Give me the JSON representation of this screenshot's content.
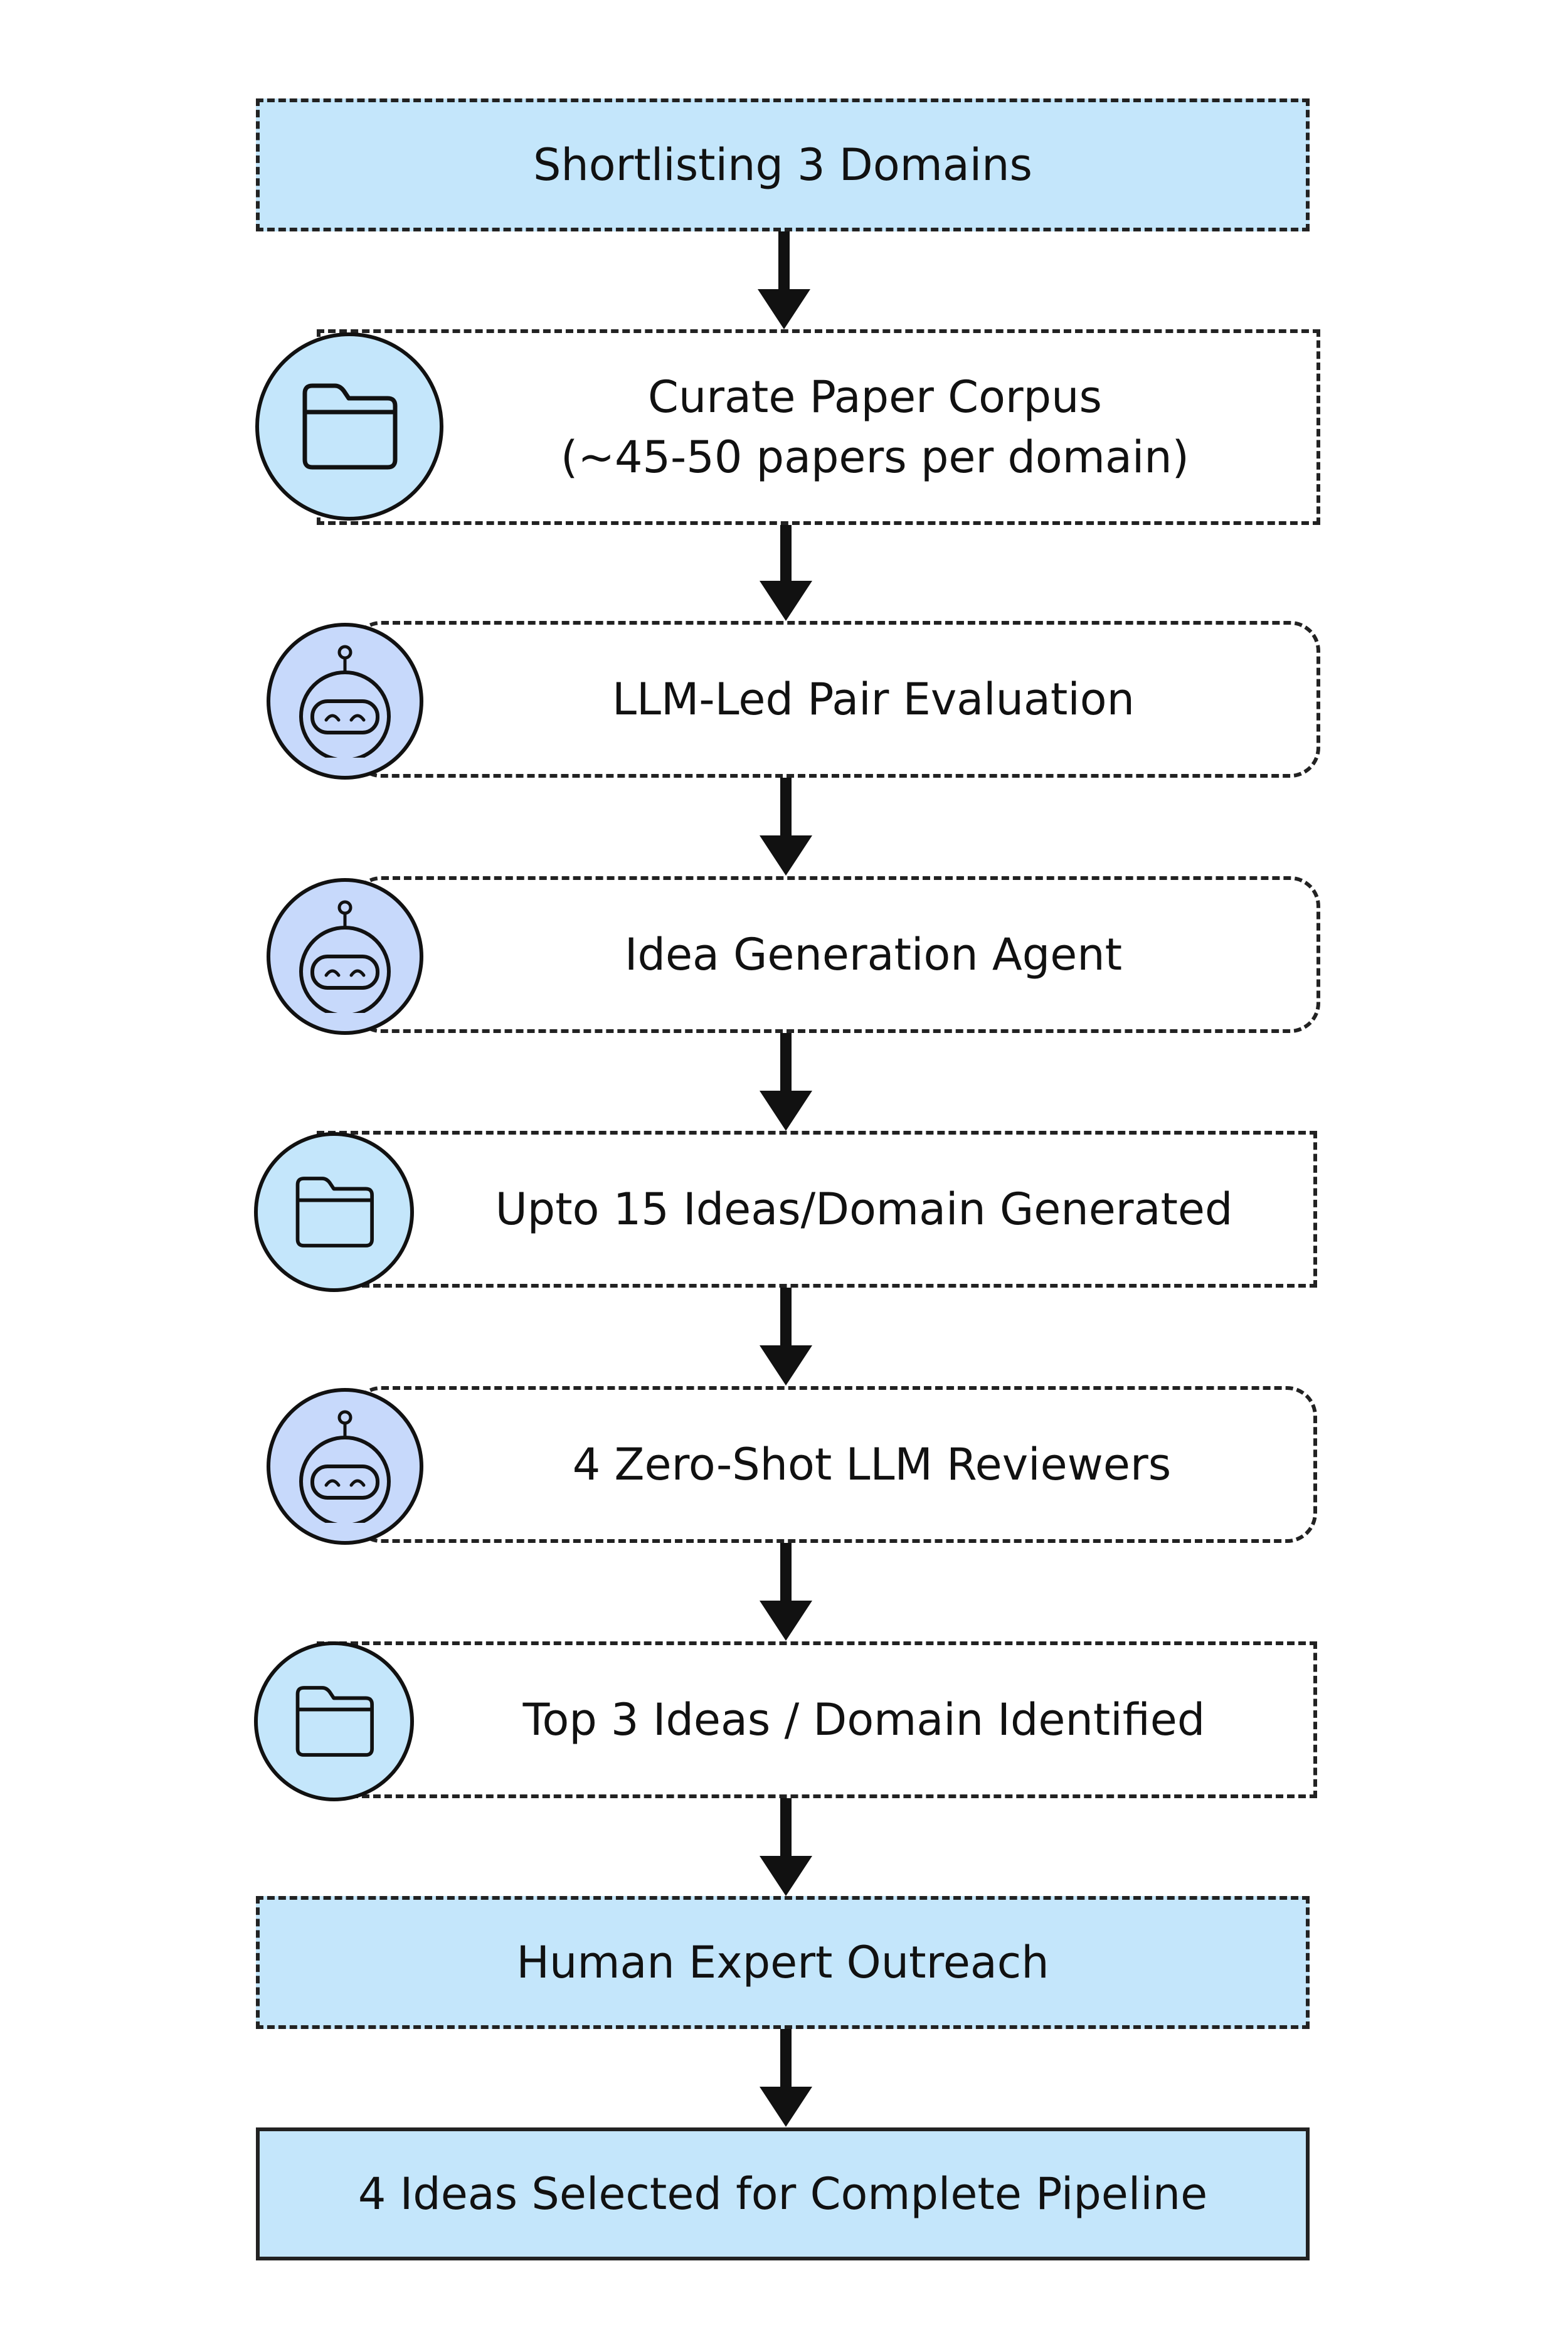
{
  "steps": [
    {
      "id": "shortlist",
      "label": "Shortlisting 3 Domains",
      "style": "shaded",
      "icon": null
    },
    {
      "id": "curate",
      "label": "Curate Paper Corpus\n(~45-50 papers per domain)",
      "style": "plain",
      "icon": "folder-icon"
    },
    {
      "id": "pair-eval",
      "label": "LLM-Led Pair Evaluation",
      "style": "rounded",
      "icon": "robot-icon"
    },
    {
      "id": "idea-gen",
      "label": "Idea Generation Agent",
      "style": "rounded",
      "icon": "robot-icon"
    },
    {
      "id": "ideas-generated",
      "label": "Upto 15 Ideas/Domain Generated",
      "style": "plain",
      "icon": "folder-icon"
    },
    {
      "id": "reviewers",
      "label": "4 Zero-Shot LLM Reviewers",
      "style": "rounded",
      "icon": "robot-icon"
    },
    {
      "id": "top-ideas",
      "label": "Top 3 Ideas / Domain Identified",
      "style": "plain",
      "icon": "folder-icon"
    },
    {
      "id": "outreach",
      "label": "Human Expert Outreach",
      "style": "shaded",
      "icon": null
    },
    {
      "id": "selected",
      "label": "4 Ideas Selected for Complete Pipeline",
      "style": "solid",
      "icon": null
    }
  ],
  "colors": {
    "box_fill": "#c4e6fb",
    "folder_circle": "#c4e6fb",
    "robot_circle": "#c7d9fb",
    "stroke": "#111111"
  }
}
